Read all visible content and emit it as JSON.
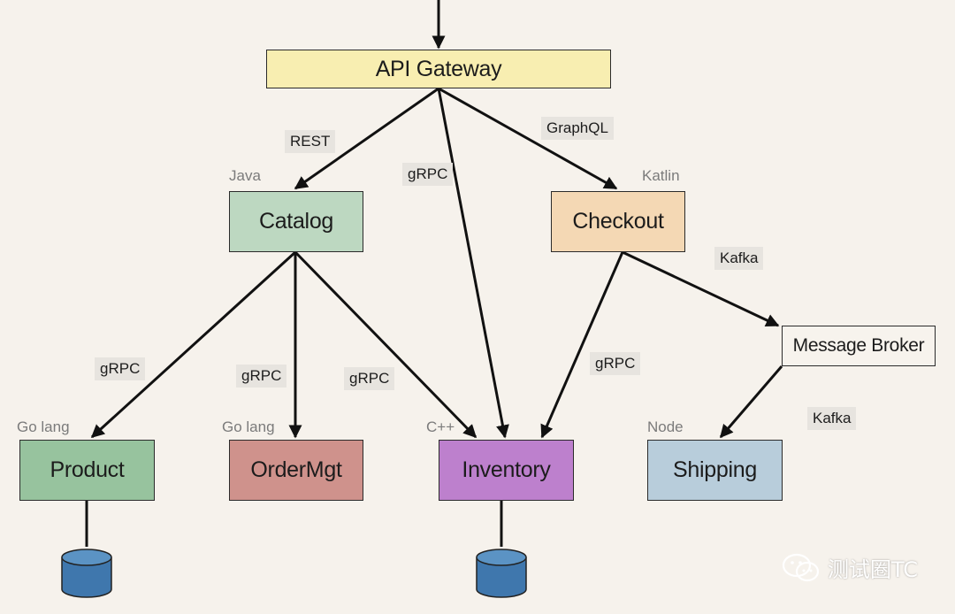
{
  "nodes": {
    "api_gateway": {
      "label": "API Gateway",
      "color": "#f8eeb1"
    },
    "catalog": {
      "label": "Catalog",
      "color": "#bdd8c1",
      "lang": "Java"
    },
    "checkout": {
      "label": "Checkout",
      "color": "#f4d8b4",
      "lang": "Katlin"
    },
    "message_broker": {
      "label": "Message Broker",
      "color": "#f7f3ed"
    },
    "product": {
      "label": "Product",
      "color": "#97c39e",
      "lang": "Go lang"
    },
    "ordermgt": {
      "label": "OrderMgt",
      "color": "#cf928c",
      "lang": "Go lang"
    },
    "inventory": {
      "label": "Inventory",
      "color": "#bd80cd",
      "lang": "C++"
    },
    "shipping": {
      "label": "Shipping",
      "color": "#b8cddb",
      "lang": "Node"
    }
  },
  "protocols": {
    "gateway_catalog": "REST",
    "gateway_inventory": "gRPC",
    "gateway_checkout": "GraphQL",
    "checkout_broker": "Kafka",
    "catalog_product": "gRPC",
    "catalog_ordermgt": "gRPC",
    "catalog_inventory": "gRPC",
    "checkout_inventory": "gRPC",
    "broker_shipping": "Kafka"
  },
  "colors": {
    "database": "#3f77ad",
    "database_top": "#5b93c4",
    "arrow": "#111111"
  },
  "watermark": {
    "text": "测试圈TC",
    "icon": "wechat-icon"
  }
}
